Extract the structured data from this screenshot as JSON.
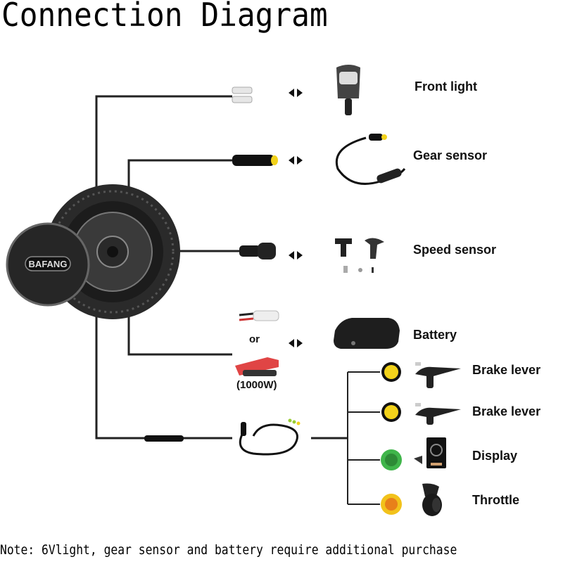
{
  "title": "Connection Diagram",
  "note": "Note: 6Vlight, gear sensor and battery require additional purchase",
  "motor": {
    "brand": "BAFANG"
  },
  "left_connections": [
    {
      "id": "front-light",
      "label": "Front light"
    },
    {
      "id": "gear-sensor",
      "label": "Gear sensor"
    },
    {
      "id": "speed-sensor",
      "label": "Speed sensor"
    },
    {
      "id": "battery",
      "label": "Battery",
      "alt_text": "or",
      "alt_connector_label": "(1000W)"
    }
  ],
  "harness_connections": [
    {
      "id": "brake-lever-1",
      "label": "Brake lever",
      "connector_color": "#f2d21b"
    },
    {
      "id": "brake-lever-2",
      "label": "Brake lever",
      "connector_color": "#f2d21b"
    },
    {
      "id": "display",
      "label": "Display",
      "connector_color": "#3fb54a"
    },
    {
      "id": "throttle",
      "label": "Throttle",
      "connector_color": "#f5a41a"
    }
  ]
}
